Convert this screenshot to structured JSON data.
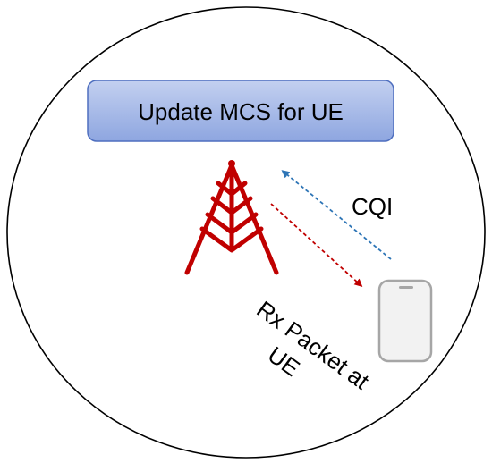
{
  "diagram": {
    "box_label": "Update MCS for UE",
    "cqi_label": "CQI",
    "rx_label_lines": [
      "Rx Packet at",
      "UE"
    ]
  },
  "colors": {
    "box_fill": "#9db3e6",
    "box_stroke": "#4f6fbf",
    "tower": "#c00000",
    "uplink_arrow": "#2e75b6",
    "downlink_arrow": "#c00000",
    "phone_stroke": "#a6a6a6",
    "phone_fill": "#f2f2f2"
  },
  "icons": {
    "tower": "cell-tower-icon",
    "phone": "smartphone-icon"
  }
}
